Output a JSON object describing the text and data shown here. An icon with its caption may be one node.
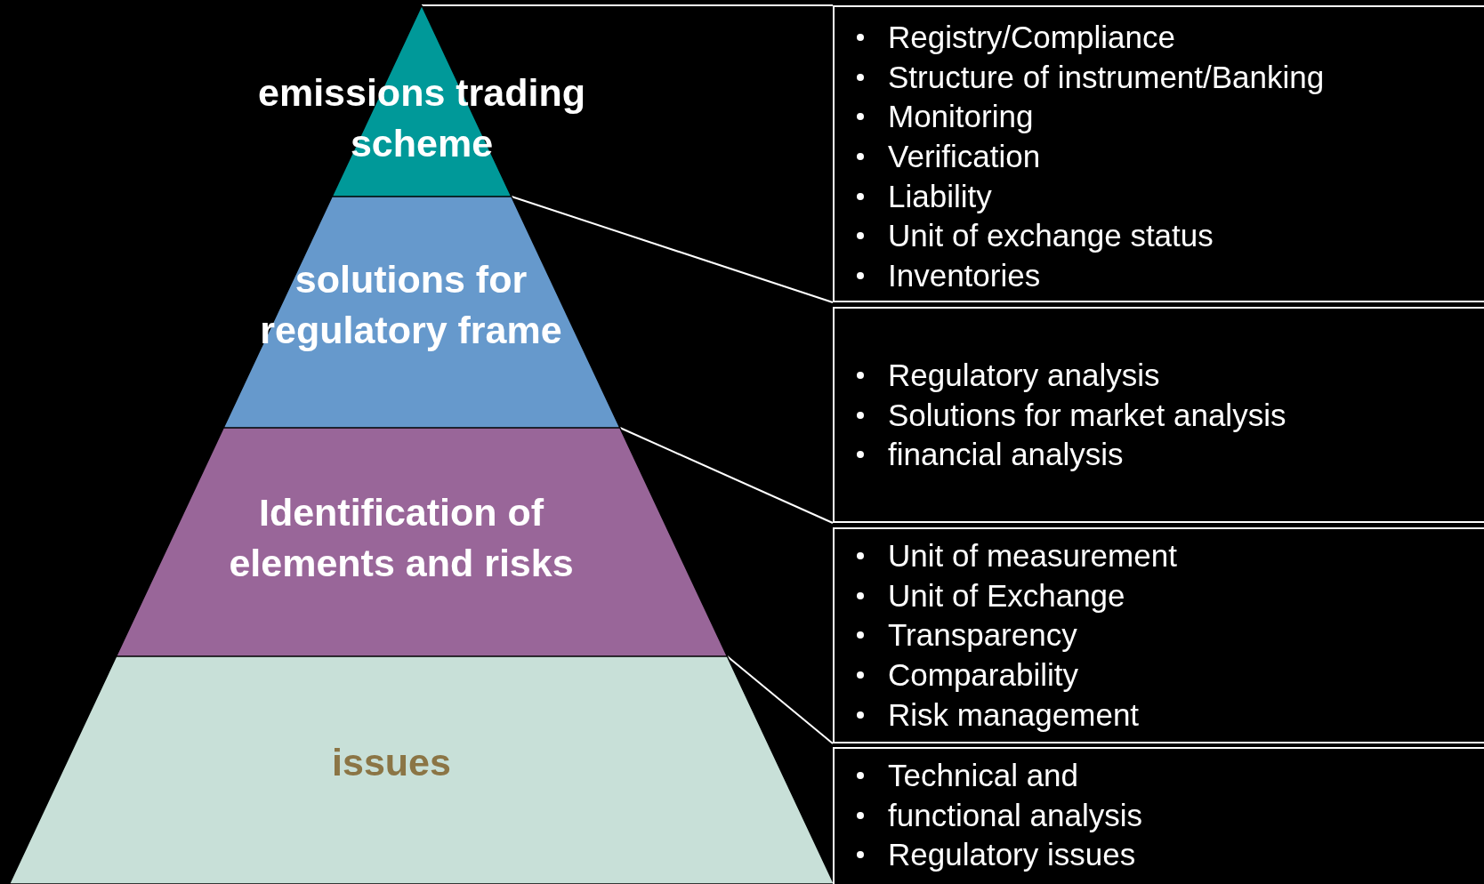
{
  "diagram": {
    "nodes": [
      {
        "text": [
          "emissions trading scheme"
        ]
      },
      {
        "text": [
          "solutions for regulatory frame"
        ]
      },
      {
        "text": [
          "Identification of elements and risks"
        ]
      },
      {
        "text": [
          "issues"
        ]
      },
      {
        "text": [
          "Registry/Compliance",
          "Structure of instrument/Banking",
          "Monitoring",
          "Verification",
          "Liability",
          "Unit of exchange status",
          "Inventories"
        ]
      },
      {
        "text": [
          "Regulatory analysis",
          "Solutions for market analysis",
          "financial analysis"
        ]
      },
      {
        "text": [
          "Unit of measurement",
          "Unit of Exchange",
          "Transparency",
          "Comparability",
          "Risk management"
        ]
      },
      {
        "text": [
          "Technical and",
          "functional analysis",
          "Regulatory issues"
        ]
      }
    ],
    "edges": [
      {
        "from": 0,
        "to": 4,
        "arrow": "none"
      },
      {
        "from": 0,
        "to": 4,
        "arrow": "none"
      },
      {
        "from": 1,
        "to": 5,
        "arrow": "none"
      },
      {
        "from": 2,
        "to": 6,
        "arrow": "none"
      }
    ]
  }
}
